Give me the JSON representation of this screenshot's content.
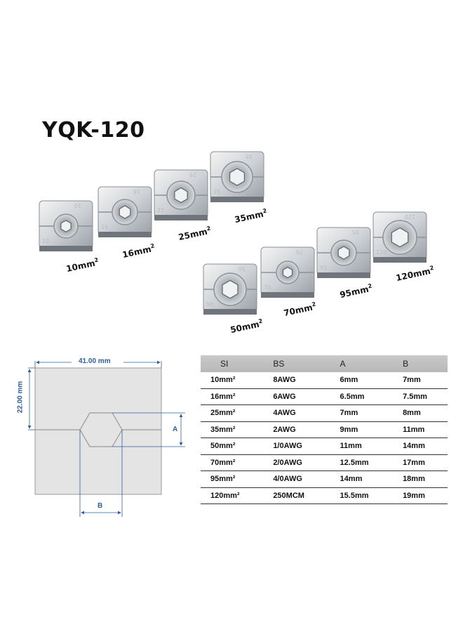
{
  "title": "YQK-120",
  "dies": [
    {
      "label": "10mm",
      "unit_sup": "2",
      "marking": "10"
    },
    {
      "label": "16mm",
      "unit_sup": "2",
      "marking": "16"
    },
    {
      "label": "25mm",
      "unit_sup": "2",
      "marking": "25"
    },
    {
      "label": "35mm",
      "unit_sup": "2",
      "marking": "35"
    },
    {
      "label": "50mm",
      "unit_sup": "2",
      "marking": "50"
    },
    {
      "label": "70mm",
      "unit_sup": "2",
      "marking": "70"
    },
    {
      "label": "95mm",
      "unit_sup": "2",
      "marking": "95"
    },
    {
      "label": "120mm",
      "unit_sup": "2",
      "marking": "120"
    }
  ],
  "drawing": {
    "width_label": "41.00 mm",
    "height_label": "22.00 mm",
    "a_label": "A",
    "b_label": "B",
    "line_color": "#2f5f9a"
  },
  "table": {
    "headers": [
      "SI",
      "BS",
      "A",
      "B"
    ],
    "rows": [
      [
        "10mm²",
        "8AWG",
        "6mm",
        "7mm"
      ],
      [
        "16mm²",
        "6AWG",
        "6.5mm",
        "7.5mm"
      ],
      [
        "25mm²",
        "4AWG",
        "7mm",
        "8mm"
      ],
      [
        "35mm²",
        "2AWG",
        "9mm",
        "11mm"
      ],
      [
        "50mm²",
        "1/0AWG",
        "11mm",
        "14mm"
      ],
      [
        "70mm²",
        "2/0AWG",
        "12.5mm",
        "17mm"
      ],
      [
        "95mm²",
        "4/0AWG",
        "14mm",
        "18mm"
      ],
      [
        "120mm²",
        "250MCM",
        "15.5mm",
        "19mm"
      ]
    ]
  }
}
